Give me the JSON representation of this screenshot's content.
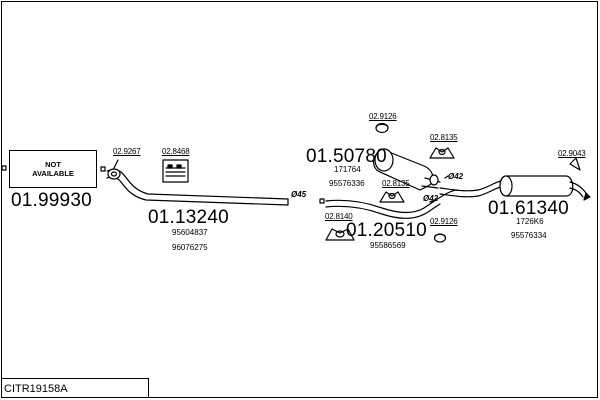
{
  "not_available": "NOT\nAVAILABLE",
  "diagram_id": "CITR19158A",
  "assemblies": {
    "a0": {
      "number": "01.99930"
    },
    "a1": {
      "number": "01.13240",
      "refs": [
        "95604837",
        "96076275"
      ]
    },
    "a2": {
      "number": "01.50780",
      "refs": [
        "171764",
        "95576336"
      ]
    },
    "a3": {
      "number": "01.20510",
      "refs": [
        "95586569"
      ]
    },
    "a4": {
      "number": "01.61340",
      "refs": [
        "1726K6",
        "95576334"
      ]
    }
  },
  "parts": {
    "p9267": "02.9267",
    "p8468": "02.8468",
    "p9126a": "02.9126",
    "p8135a": "02.8135",
    "p8135b": "02.8135",
    "p8140": "02.8140",
    "p9126b": "02.9126",
    "p9043": "02.9043"
  },
  "diameters": {
    "d45": "Ø45",
    "d42a": "Ø42",
    "d42b": "Ø42"
  }
}
